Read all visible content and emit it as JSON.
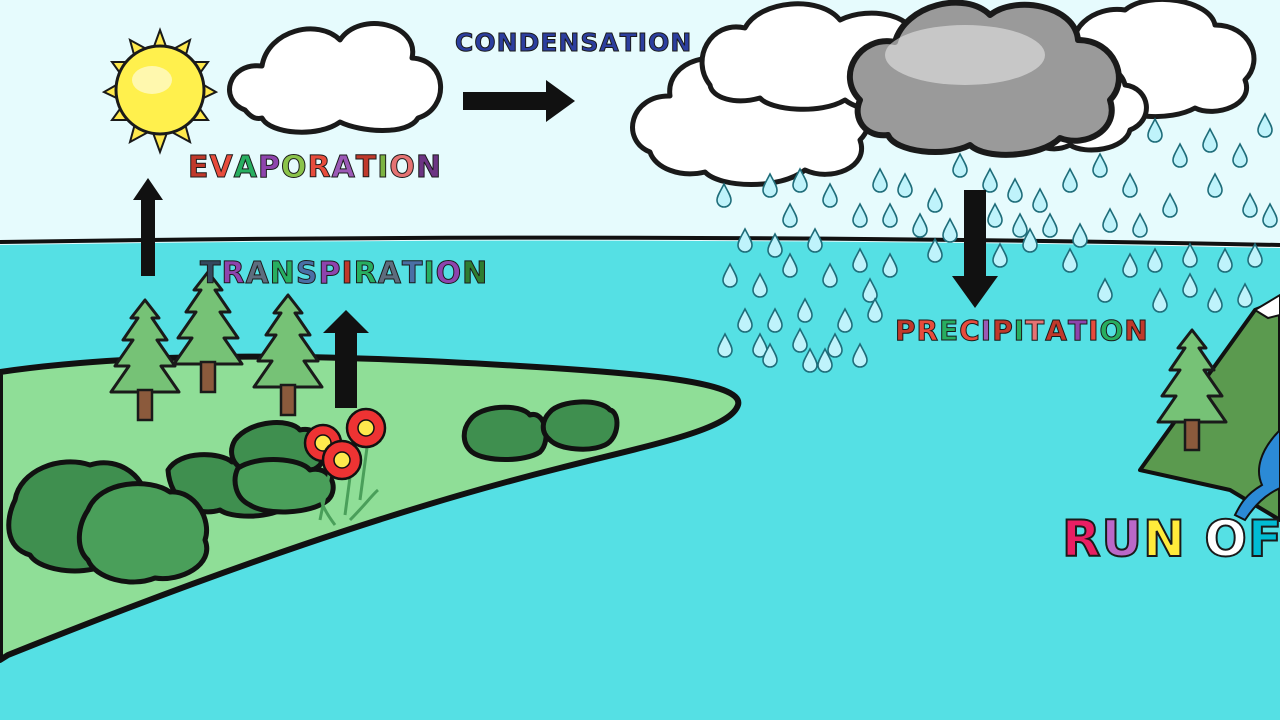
{
  "diagram": {
    "labels": {
      "evaporation": "EVAPORATION",
      "condensation": "CONDENSATION",
      "transpiration": "TRANSPIRATION",
      "precipitation": "PRECIPITATION",
      "run_off": "RUN OFF"
    },
    "letter_colors": {
      "evaporation": [
        "#c0392b",
        "#e74c3c",
        "#27ae60",
        "#8e44ad",
        "#8bc34a",
        "#e74c3c",
        "#9b59b6",
        "#c0392b",
        "#7cb342",
        "#e57373",
        "#6c3483"
      ],
      "condensation": [
        "#2c3e9e"
      ],
      "transpiration": [
        "#34495e",
        "#8e44ad",
        "#5d6d7e",
        "#27ae60",
        "#4a6fa5",
        "#8e44ad",
        "#c0392b",
        "#27ae60",
        "#5d6d7e",
        "#4a6fa5",
        "#27ae60",
        "#8e44ad",
        "#2e7d32"
      ],
      "precipitation": [
        "#c0392b",
        "#e74c3c",
        "#27ae60",
        "#e74c3c",
        "#9b59b6",
        "#c0392b",
        "#27ae60",
        "#e57373",
        "#c0392b",
        "#8e44ad",
        "#e74c3c",
        "#27ae60",
        "#c0392b"
      ],
      "run_off": [
        "#e91e63",
        "#ba68c8",
        "#ffeb3b",
        "#ffffff",
        "#00bcd4",
        "#ffeb3b",
        "#4caf50"
      ]
    },
    "colors": {
      "sky": "#e6fbfd",
      "water": "#55e0e4",
      "land": "#8fde97",
      "tree": "#76c276",
      "bush_dark": "#3f8f4f",
      "cloud": "#ffffff",
      "storm_cloud": "#9a9a9a",
      "raindrop": "#bff3fb",
      "sun": "#ffe94d",
      "flower": "#ee3333",
      "mountain": "#5b9a4f"
    }
  }
}
